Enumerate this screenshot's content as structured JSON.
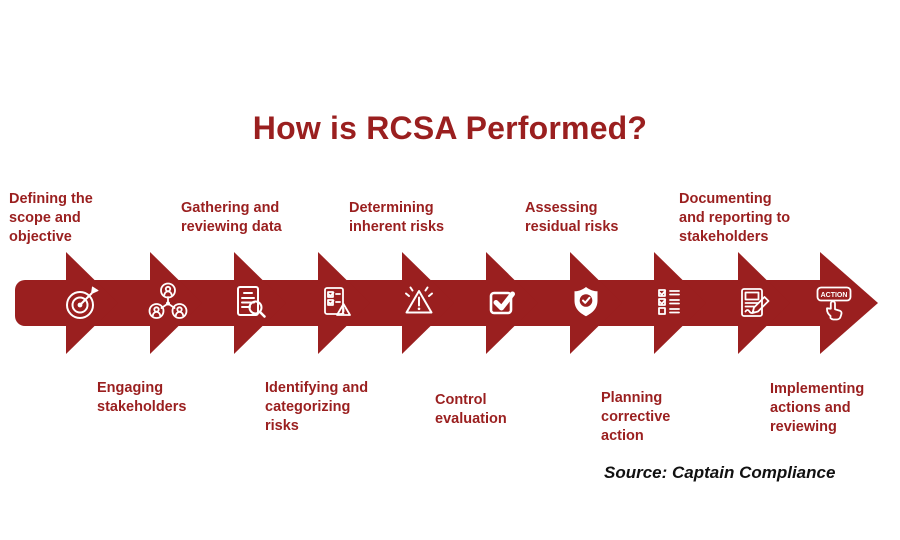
{
  "title": "How is RCSA Performed?",
  "source_credit": "Source: Captain Compliance",
  "action_button_label": "ACTION",
  "colors": {
    "primary_red": "#9a1f1f",
    "icon_stroke": "#ffffff",
    "background": "#ffffff",
    "source_text": "#111111"
  },
  "steps": [
    {
      "label": "Defining the scope and objective",
      "label_position": "top",
      "icon": "target-dart-icon"
    },
    {
      "label": "Engaging stakeholders",
      "label_position": "bottom",
      "icon": "stakeholder-network-icon"
    },
    {
      "label": "Gathering and reviewing data",
      "label_position": "top",
      "icon": "document-magnifier-icon"
    },
    {
      "label": "Identifying and categorizing risks",
      "label_position": "bottom",
      "icon": "checklist-warning-icon"
    },
    {
      "label": "Determining inherent risks",
      "label_position": "top",
      "icon": "warning-triangle-icon"
    },
    {
      "label": "Control evaluation",
      "label_position": "bottom",
      "icon": "checkbox-check-icon"
    },
    {
      "label": "Assessing residual risks",
      "label_position": "top",
      "icon": "shield-check-icon"
    },
    {
      "label": "Planning corrective action",
      "label_position": "bottom",
      "icon": "task-list-icon"
    },
    {
      "label": "Documenting and reporting to stakeholders",
      "label_position": "top",
      "icon": "document-pen-icon"
    },
    {
      "label": "Implementing actions and reviewing",
      "label_position": "bottom",
      "icon": "action-click-icon"
    }
  ]
}
